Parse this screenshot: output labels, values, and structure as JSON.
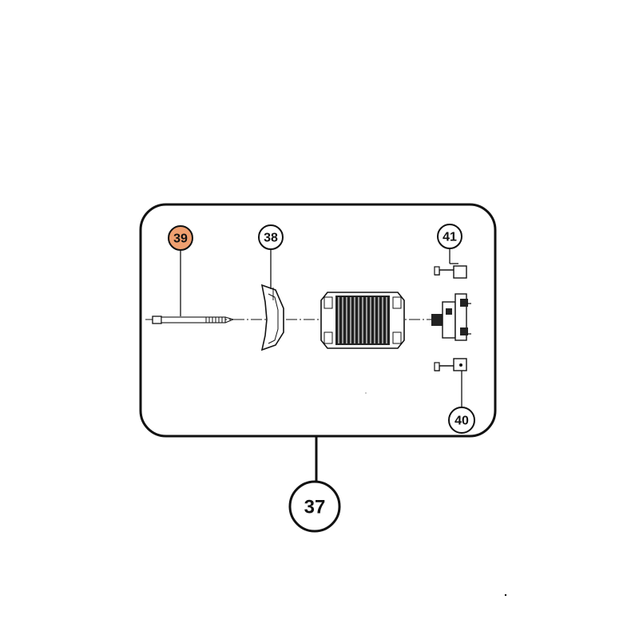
{
  "diagram": {
    "callouts": [
      {
        "id": "assembly",
        "label": "37",
        "highlighted": false
      },
      {
        "id": "stator-cover",
        "label": "38",
        "highlighted": false
      },
      {
        "id": "long-screw",
        "label": "39",
        "highlighted": true
      },
      {
        "id": "lower-carbon-brush",
        "label": "40",
        "highlighted": false
      },
      {
        "id": "upper-carbon-brush",
        "label": "41",
        "highlighted": false
      }
    ],
    "colors": {
      "line": "#111111",
      "highlight": "#f0a070",
      "background": "#ffffff"
    }
  }
}
